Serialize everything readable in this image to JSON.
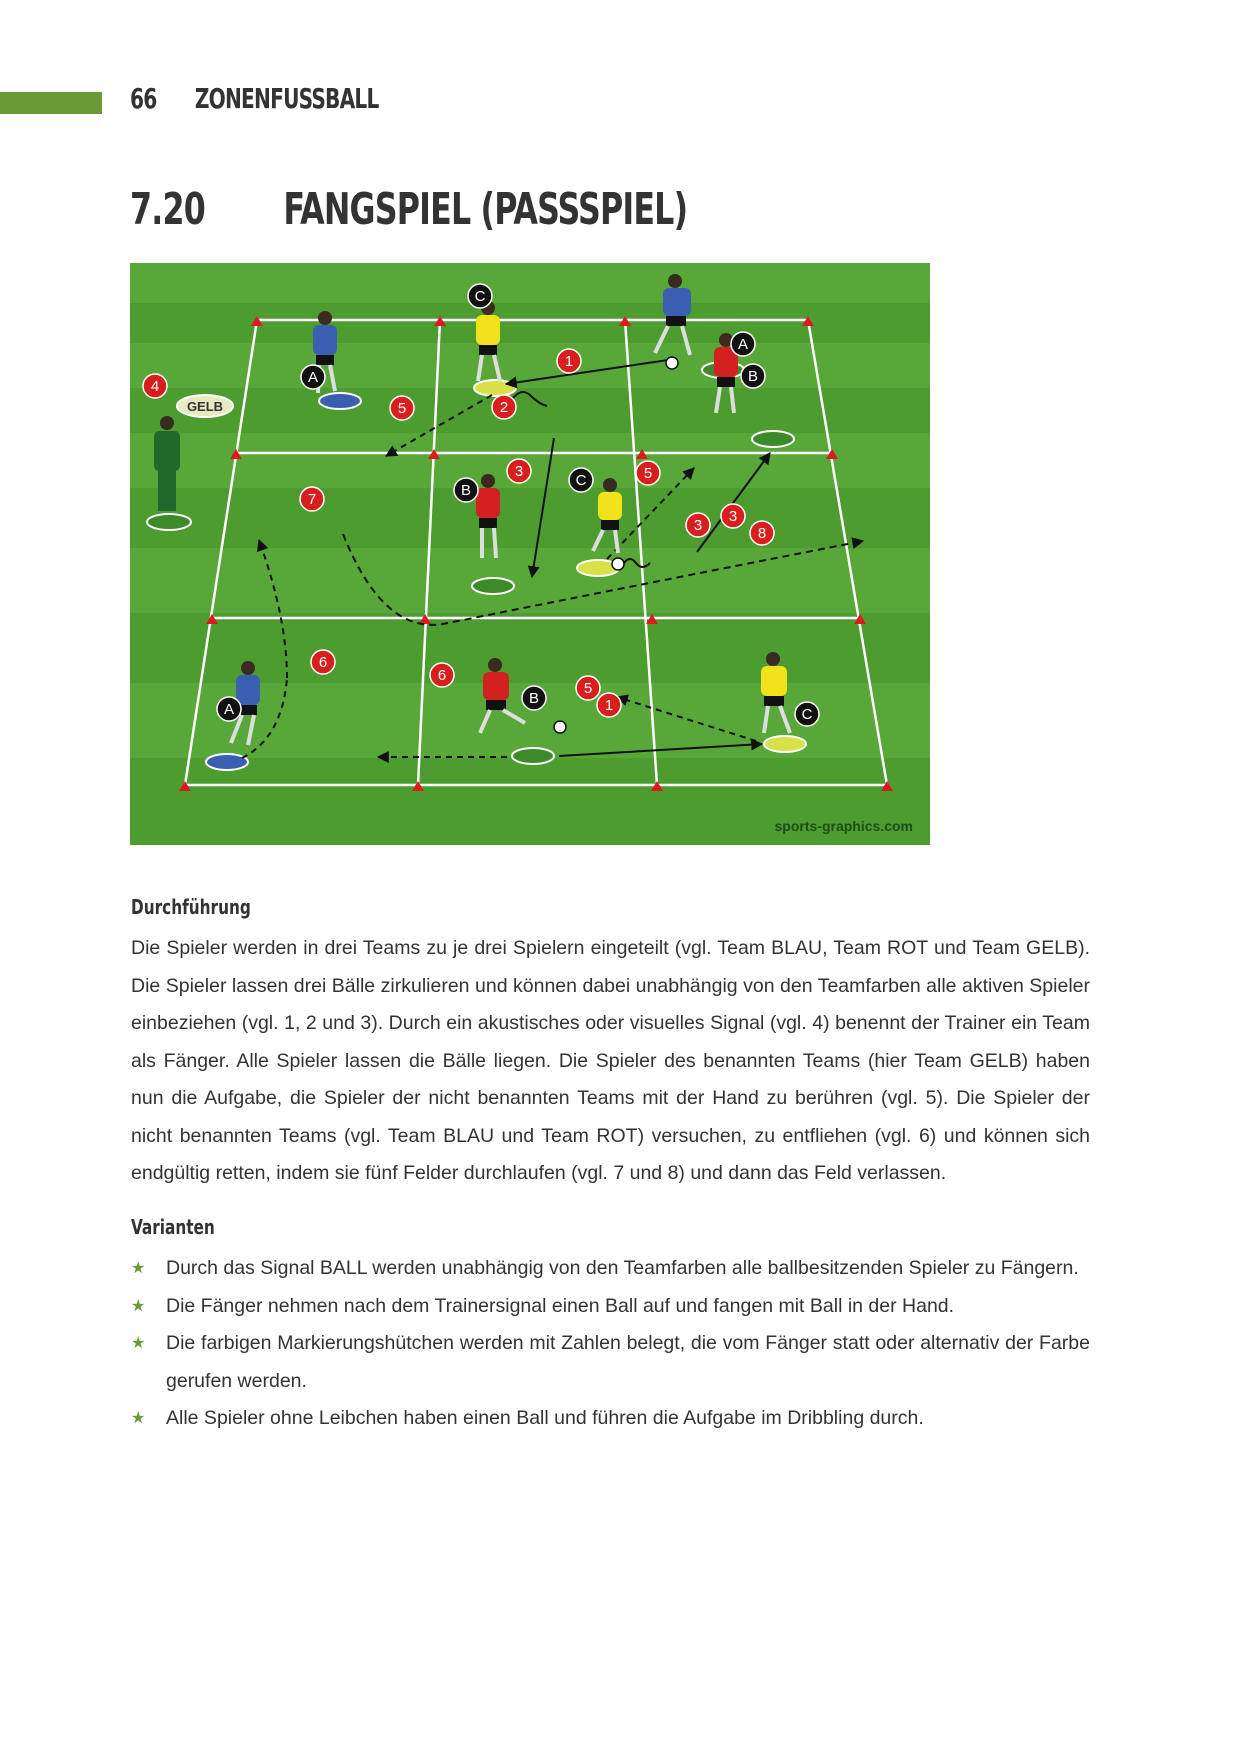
{
  "header": {
    "page_number": "66",
    "chapter": "ZONENFUSSBALL"
  },
  "title": {
    "number": "7.20",
    "text": "FANGSPIEL (PASSSPIEL)"
  },
  "diagram": {
    "credit": "sports-graphics.com",
    "sign_label": "GELB",
    "letters": {
      "a": "A",
      "b": "B",
      "c": "C"
    },
    "numbers": [
      "1",
      "2",
      "3",
      "4",
      "5",
      "6",
      "7",
      "8"
    ]
  },
  "section1": {
    "heading": "Durchführung",
    "paragraph": "Die Spieler werden in drei Teams zu je drei Spielern eingeteilt (vgl. Team BLAU, Team ROT und Team GELB). Die Spieler lassen drei Bälle zirkulieren und können dabei unabhängig von den Teamfarben alle aktiven Spieler einbe­ziehen (vgl. 1, 2 und 3). Durch ein akustisches oder visuelles Signal (vgl. 4) benennt der Trainer ein Team als Fänger. Alle Spieler lassen die Bälle liegen. Die Spieler des benannten Teams (hier Team GELB) haben nun die Aufgabe, die Spieler der nicht benannten Teams mit der Hand zu berühren (vgl. 5). Die Spieler der nicht benannten Teams (vgl. Team BLAU und Team ROT) versuchen, zu entfliehen (vgl. 6) und können sich endgültig retten, indem sie fünf Felder durchlaufen (vgl. 7 und 8) und dann das Feld verlassen."
  },
  "section2": {
    "heading": "Varianten",
    "items": [
      "Durch das Signal BALL werden unabhängig von den Teamfarben alle ballbesitzenden Spieler zu Fängern.",
      "Die Fänger nehmen nach dem Trainersignal einen Ball auf und fangen mit Ball in der Hand.",
      "Die farbigen Markierungshütchen werden mit Zahlen belegt, die vom Fänger statt oder alternativ der Farbe gerufen werden.",
      "Alle Spieler ohne Leibchen haben einen Ball und führen die Aufgabe im Dribbling durch."
    ]
  },
  "colors": {
    "accent": "#6a9a36",
    "pitch": "#4a9a2e",
    "blue_team": "#3b5fb0",
    "red_team": "#d42020",
    "yellow_team": "#f2e21a"
  }
}
